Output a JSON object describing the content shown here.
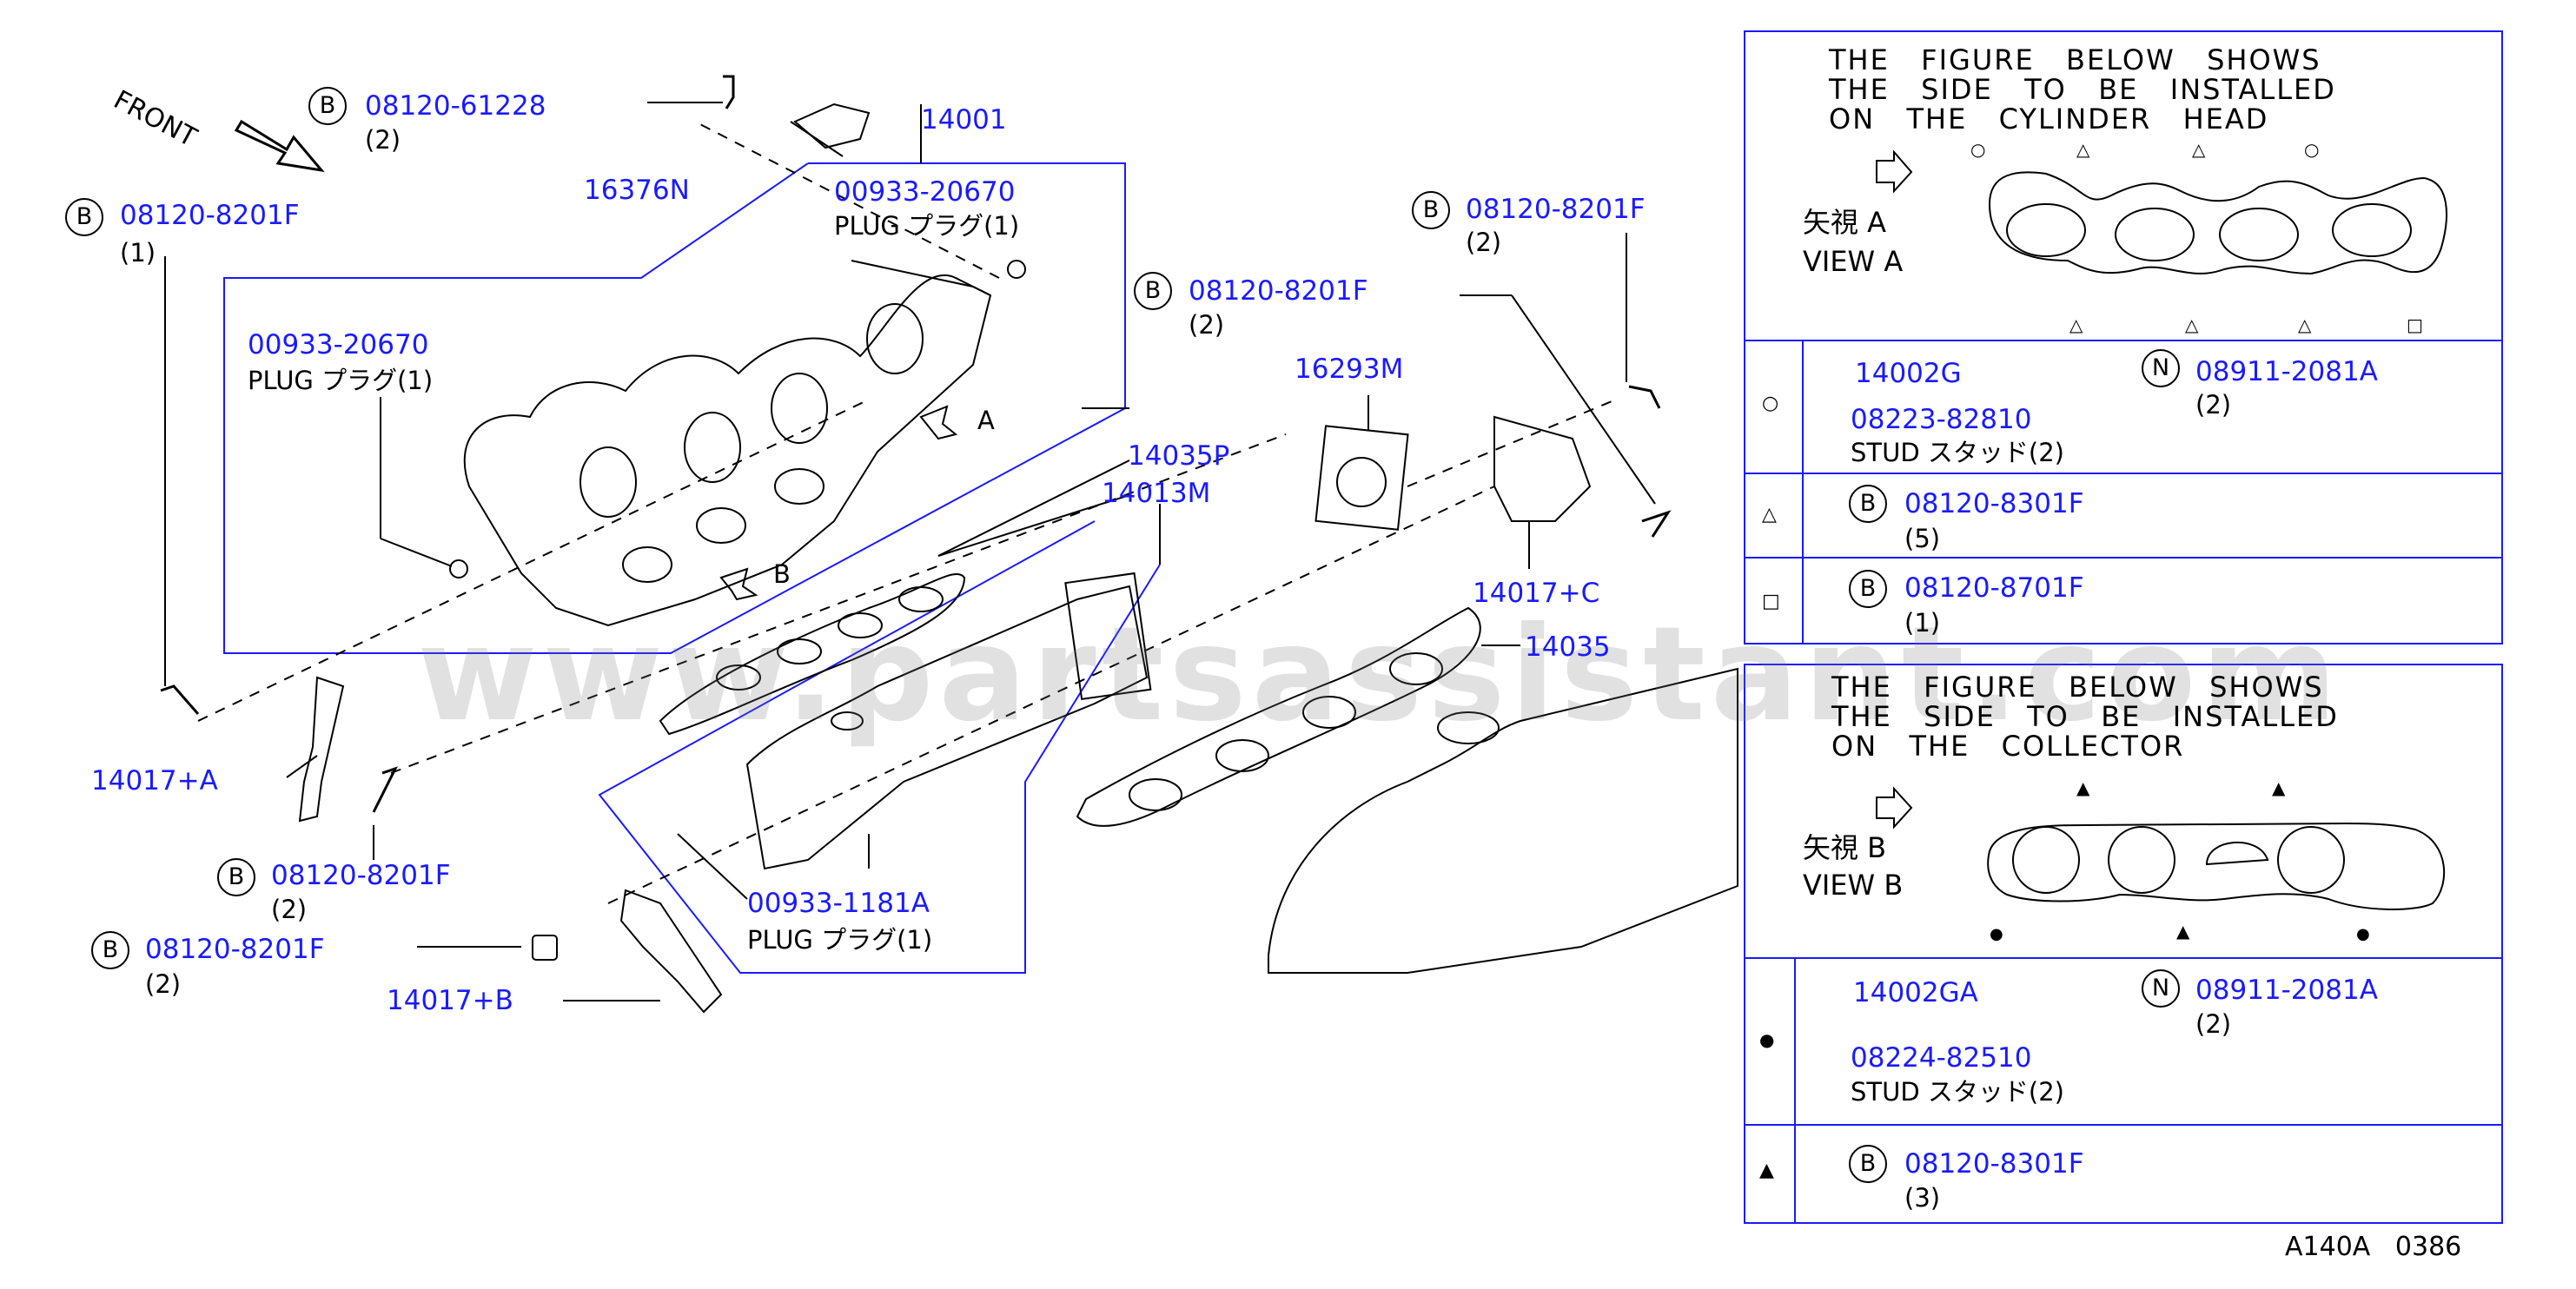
{
  "diagram": {
    "front_label": "FRONT",
    "view_a_box": {
      "heading": "THE  FIGURE  BELOW  SHOWS\nTHE  SIDE  TO  BE  INSTALLED\nON  THE  CYLINDER  HEAD",
      "view_jp": "矢視  A",
      "view_en": "VIEW   A"
    },
    "view_b_box": {
      "heading": "THE  FIGURE  BELOW  SHOWS\nTHE  SIDE  TO  BE  INSTALLED\nON  THE  COLLECTOR",
      "view_jp": "矢視  B",
      "view_en": "VIEW   B"
    },
    "table_a": [
      {
        "symbol": "○",
        "part": "14002G",
        "stud_part": "08223-82810",
        "stud_label": "STUD  スタッド(2)",
        "n_part": "08911-2081A",
        "n_qty": "(2)"
      },
      {
        "symbol": "△",
        "bolt_part": "08120-8301F",
        "bolt_qty": "(5)"
      },
      {
        "symbol": "□",
        "bolt_part": "08120-8701F",
        "bolt_qty": "(1)"
      }
    ],
    "table_b": [
      {
        "symbol": "●",
        "part": "14002GA",
        "stud_part": "08224-82510",
        "stud_label": "STUD  スタッド(2)",
        "n_part": "08911-2081A",
        "n_qty": "(2)"
      },
      {
        "symbol": "▲",
        "bolt_part": "08120-8301F",
        "bolt_qty": "(3)"
      }
    ],
    "callouts": {
      "b1_part": "08120-61228",
      "b1_qty": "(2)",
      "c16376n": "16376N",
      "c14001": "14001",
      "plug1_part": "00933-20670",
      "plug1_label": "PLUG  プラグ(1)",
      "b2_part": "08120-8201F",
      "b2_qty": "(1)",
      "plug2_part": "00933-20670",
      "plug2_label": "PLUG  プラグ(1)",
      "arrow_a": "A",
      "arrow_b": "B",
      "b3_part": "08120-8201F",
      "b3_qty": "(2)",
      "b4_part": "08120-8201F",
      "b4_qty": "(2)",
      "c16293m": "16293M",
      "c14035p": "14035P",
      "c14013m": "14013M",
      "c14017c": "14017+C",
      "c14035": "14035",
      "c14017a": "14017+A",
      "b5_part": "08120-8201F",
      "b5_qty": "(2)",
      "plug3_part": "00933-1181A",
      "plug3_label": "PLUG  プラグ(1)",
      "b6_part": "08120-8201F",
      "b6_qty": "(2)",
      "c14017b": "14017+B"
    },
    "badge_b": "B",
    "badge_n": "N",
    "page_code": "A140A   0386",
    "watermark": "www.partsassistant.com"
  }
}
